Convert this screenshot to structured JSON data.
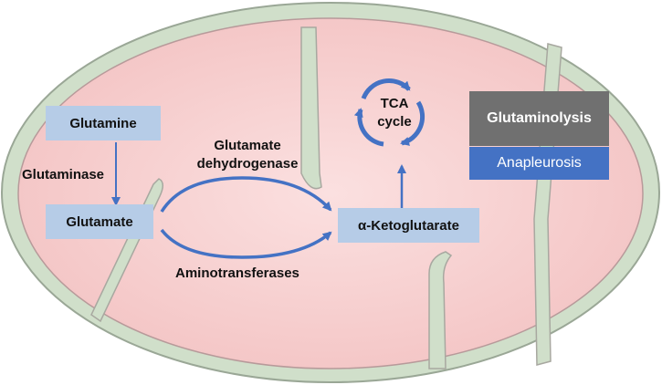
{
  "nodes": {
    "glutamine": "Glutamine",
    "glutamate": "Glutamate",
    "alpha_ketoglutarate": "α-Ketoglutarate",
    "tca_line1": "TCA",
    "tca_line2": "cycle",
    "glutaminolysis": "Glutaminolysis",
    "anapleurosis": "Anapleurosis"
  },
  "edges": {
    "glutaminase": "Glutaminase",
    "gdh_line1": "Glutamate",
    "gdh_line2": "dehydrogenase",
    "aminotransferases": "Aminotransferases"
  },
  "colors": {
    "outer_membrane": "#d0dfca",
    "matrix": "#f5c9c9",
    "node_fill": "#b6cce7",
    "arrow": "#4472c4",
    "glutaminolysis_fill": "#707070",
    "anapleurosis_fill": "#4472c4"
  }
}
